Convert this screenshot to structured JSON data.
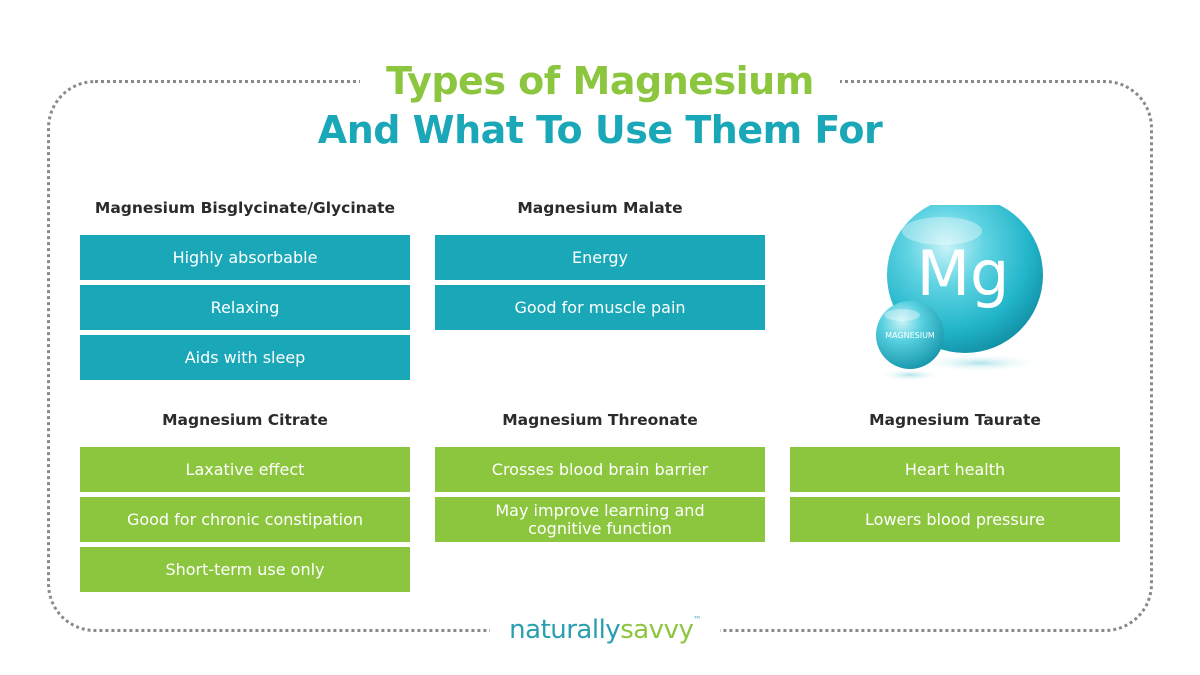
{
  "title": {
    "line1": "Types of Magnesium",
    "line2": "And What To Use Them For"
  },
  "groups": [
    {
      "title": "Magnesium Bisglycinate/Glycinate",
      "color": "#1aa8b8",
      "items": [
        "Highly absorbable",
        "Relaxing",
        "Aids with sleep"
      ]
    },
    {
      "title": "Magnesium Malate",
      "color": "#1aa8b8",
      "items": [
        "Energy",
        "Good for muscle pain"
      ]
    },
    {
      "title": "Magnesium Citrate",
      "color": "#8cc63f",
      "items": [
        "Laxative effect",
        "Good for chronic constipation",
        "Short-term use only"
      ]
    },
    {
      "title": "Magnesium Threonate",
      "color": "#8cc63f",
      "items": [
        "Crosses blood brain barrier",
        "May improve learning and cognitive function"
      ]
    },
    {
      "title": "Magnesium Taurate",
      "color": "#8cc63f",
      "items": [
        "Heart health",
        "Lowers blood pressure"
      ]
    }
  ],
  "graphic": {
    "symbol": "Mg",
    "small_label": "MAGNESIUM",
    "icon": "magnesium-sphere-icon"
  },
  "logo": {
    "part1": "naturally",
    "part2": "savvy",
    "trademark": "™"
  },
  "colors": {
    "teal": "#1aa8b8",
    "green": "#8cc63f",
    "heading_text": "#2b2b2b",
    "frame_dots": "#8a8a8a"
  }
}
